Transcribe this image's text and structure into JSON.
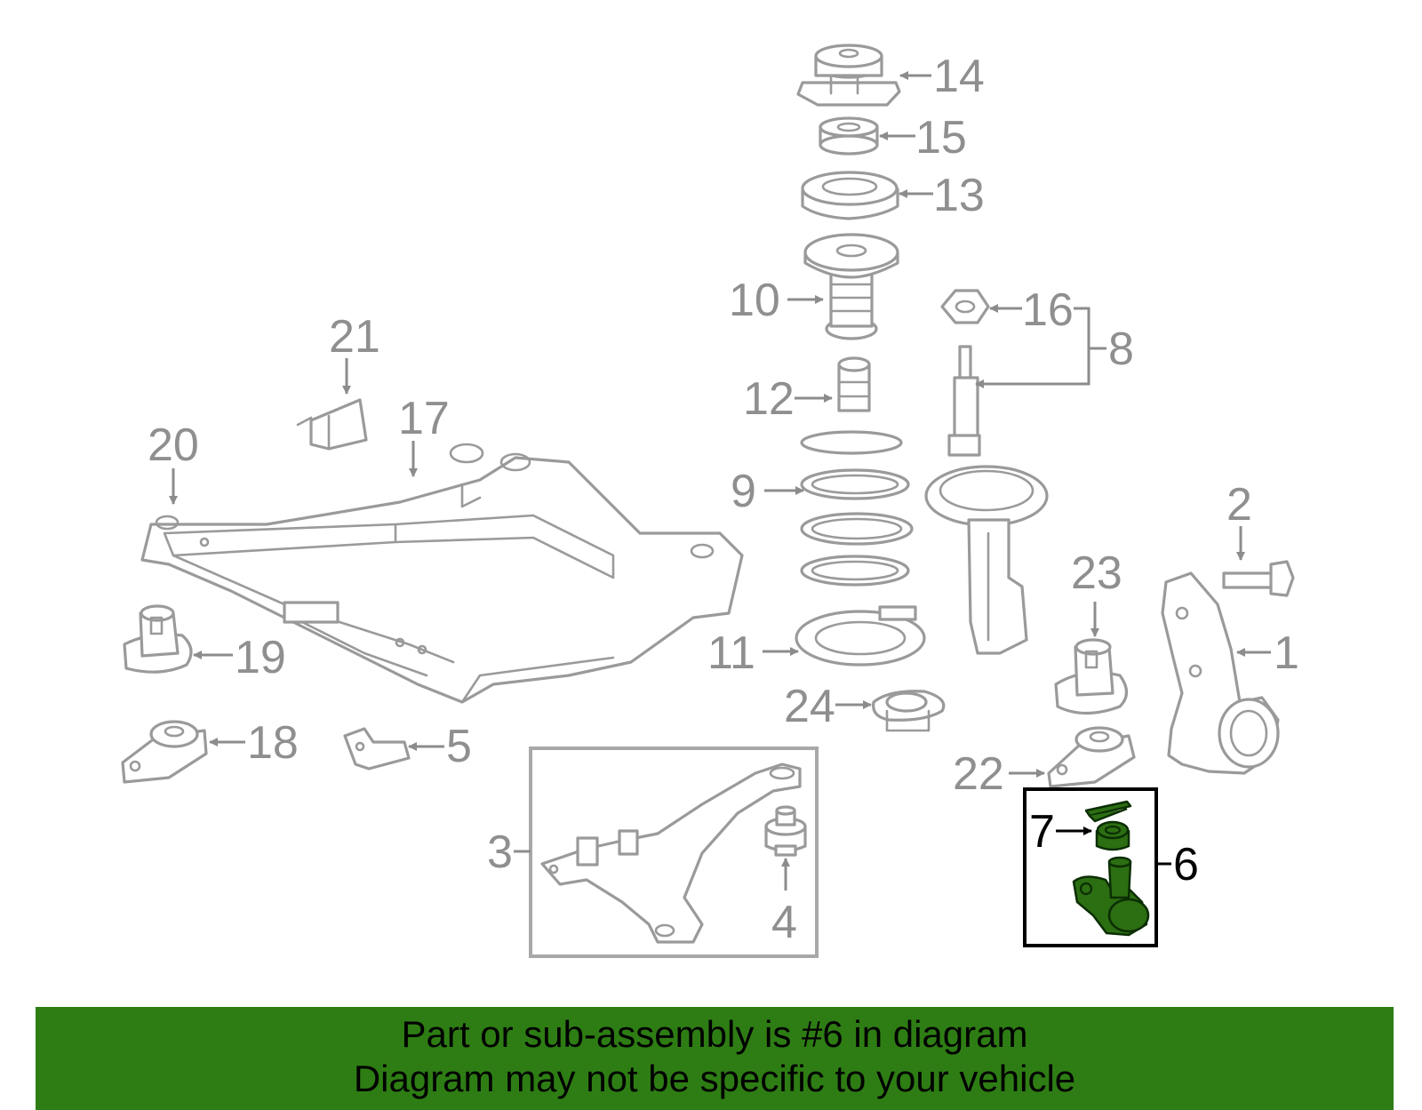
{
  "callouts": {
    "c1": "1",
    "c2": "2",
    "c3": "3",
    "c4": "4",
    "c5": "5",
    "c6": "6",
    "c7": "7",
    "c8": "8",
    "c9": "9",
    "c10": "10",
    "c11": "11",
    "c12": "12",
    "c13": "13",
    "c14": "14",
    "c15": "15",
    "c16": "16",
    "c17": "17",
    "c18": "18",
    "c19": "19",
    "c20": "20",
    "c21": "21",
    "c22": "22",
    "c23": "23",
    "c24": "24"
  },
  "highlighted_part": "6",
  "colors": {
    "highlight": "#2c6e12",
    "banner": "#2e7d14",
    "line_art": "#9a9a9a"
  },
  "banner": {
    "line1": "Part or sub-assembly is #6 in diagram",
    "line2": "Diagram may not be specific to your vehicle"
  }
}
